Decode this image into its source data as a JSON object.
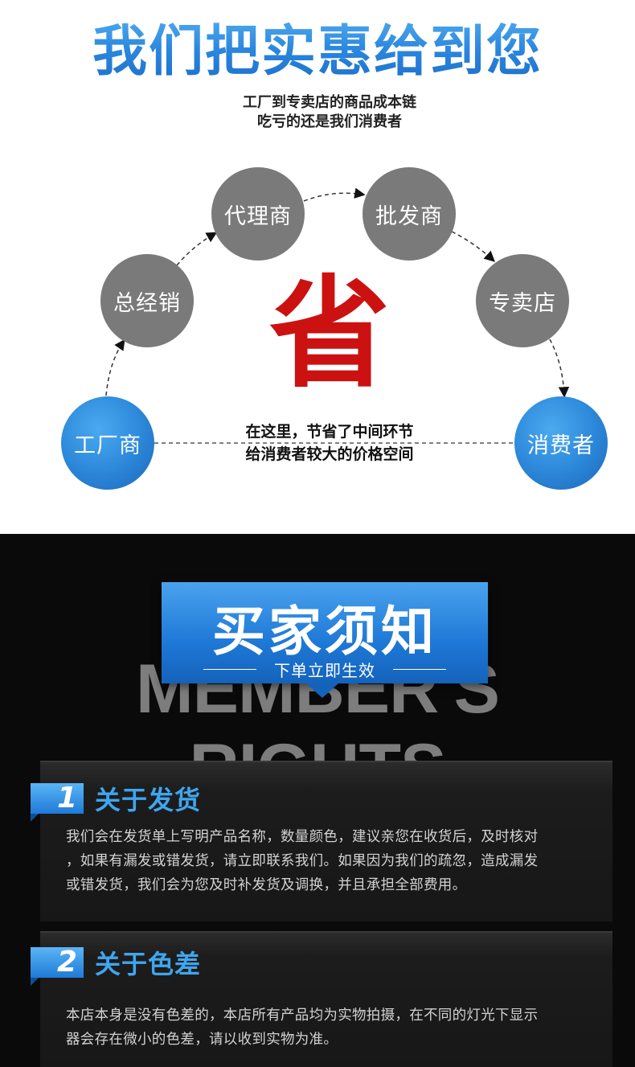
{
  "header": {
    "title": "我们把实惠给到您",
    "subtitle_line1": "工厂到专卖店的商品成本链",
    "subtitle_line2": "吃亏的还是我们消费者"
  },
  "flow": {
    "nodes": {
      "factory": "工厂商",
      "general_distributor": "总经销",
      "agent": "代理商",
      "wholesaler": "批发商",
      "store": "专卖店",
      "consumer": "消费者"
    },
    "center_char": "省",
    "save_line1": "在这里，节省了中间环节",
    "save_line2": "给消费者较大的价格空间",
    "colors": {
      "gray_node": "#7a7a7a",
      "blue_node": "#2b86d8",
      "center_char": "#cc1111"
    }
  },
  "notice": {
    "bg_word": "MEMBER'S RIGHTS",
    "banner_title": "买家须知",
    "banner_subtitle": "下单立即生效",
    "sections": [
      {
        "num": "1",
        "title": "关于发货",
        "lines": [
          "我们会在发货单上写明产品名称，数量颜色，建议亲您在收货后，及时核对",
          "，如果有漏发或错发货，请立即联系我们。如果因为我们的疏忽，造成漏发",
          "或错发货，我们会为您及时补发货及调换，并且承担全部费用。"
        ]
      },
      {
        "num": "2",
        "title": "关于色差",
        "lines": [
          "本店本身是没有色差的，本店所有产品均为实物拍摄，在不同的灯光下显示",
          "器会存在微小的色差，请以收到实物为准。"
        ]
      }
    ],
    "colors": {
      "accent": "#3fa6ee",
      "background": "#0a0a0a"
    }
  }
}
